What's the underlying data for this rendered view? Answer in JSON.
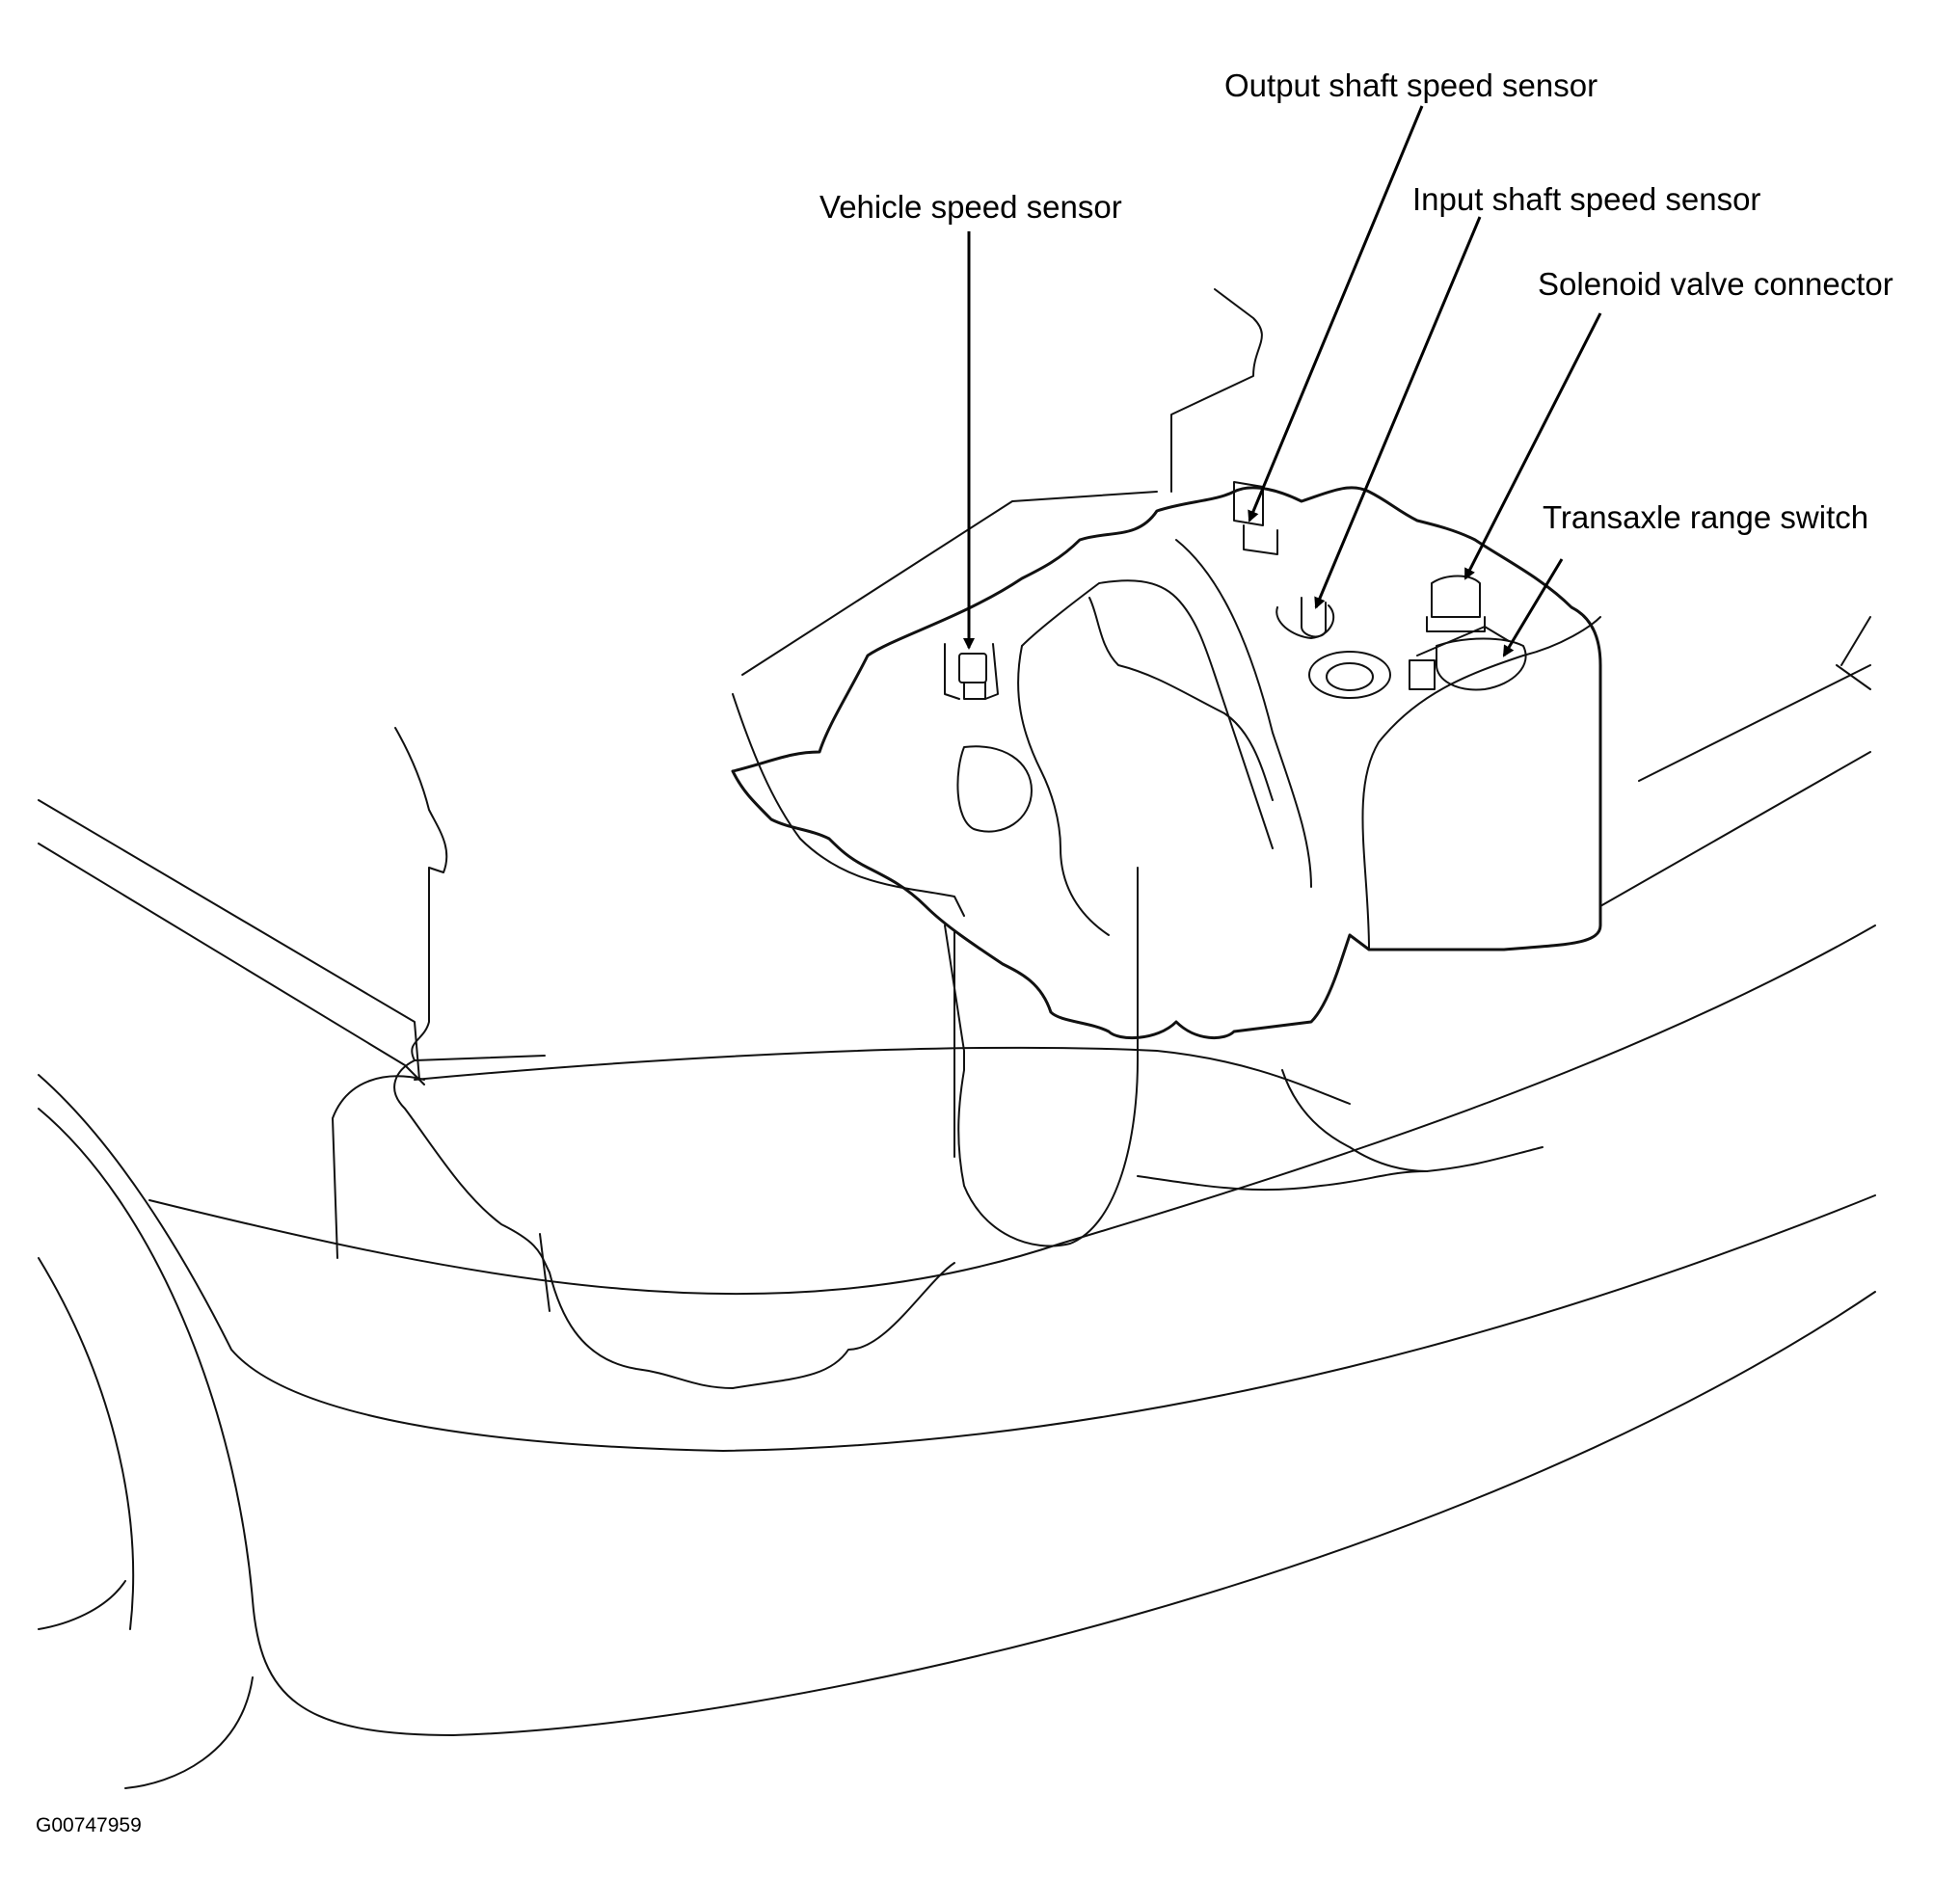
{
  "labels": {
    "output_shaft_speed_sensor": "Output shaft speed sensor",
    "input_shaft_speed_sensor": "Input shaft speed sensor",
    "vehicle_speed_sensor": "Vehicle speed sensor",
    "solenoid_valve_connector": "Solenoid valve connector",
    "transaxle_range_switch": "Transaxle range switch"
  },
  "figure_id": "G00747959",
  "colors": {
    "line": "#111111",
    "background": "#ffffff"
  }
}
